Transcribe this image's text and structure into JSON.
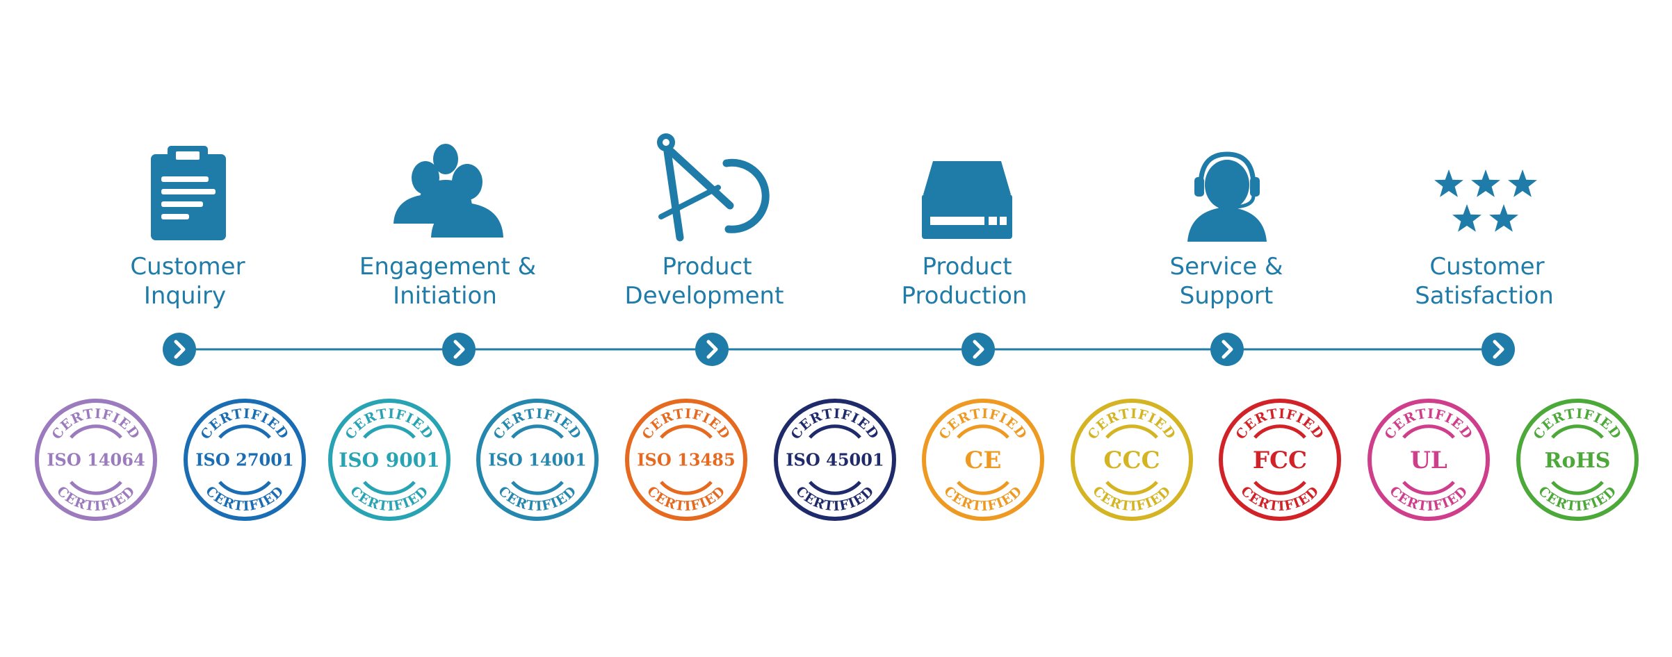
{
  "colors": {
    "accent": "#1f7ba8",
    "background": "#ffffff"
  },
  "process": {
    "steps": [
      {
        "icon": "clipboard-icon",
        "line1": "Customer",
        "line2": "Inquiry"
      },
      {
        "icon": "users-icon",
        "line1": "Engagement &",
        "line2": "Initiation"
      },
      {
        "icon": "compass-drafting-icon",
        "line1": "Product",
        "line2": "Development"
      },
      {
        "icon": "production-machine-icon",
        "line1": "Product",
        "line2": "Production"
      },
      {
        "icon": "headset-support-icon",
        "line1": "Service &",
        "line2": "Support"
      },
      {
        "icon": "stars-rating-icon",
        "line1": "Customer",
        "line2": "Satisfaction"
      }
    ],
    "node_icon": "chevron-right-icon"
  },
  "certifications": {
    "badge_word": "CERTIFIED",
    "badges": [
      {
        "code": "ISO 14064",
        "color": "#9b7bbd"
      },
      {
        "code": "ISO 27001",
        "color": "#1a6db3"
      },
      {
        "code": "ISO 9001",
        "color": "#27a3b3"
      },
      {
        "code": "ISO 14001",
        "color": "#2587ad"
      },
      {
        "code": "ISO 13485",
        "color": "#e5691f"
      },
      {
        "code": "ISO 45001",
        "color": "#1f2a6b"
      },
      {
        "code": "CE",
        "color": "#ee9a22"
      },
      {
        "code": "CCC",
        "color": "#d4b422"
      },
      {
        "code": "FCC",
        "color": "#d12228"
      },
      {
        "code": "UL",
        "color": "#cf3e8b"
      },
      {
        "code": "RoHS",
        "color": "#4da83a"
      }
    ]
  }
}
